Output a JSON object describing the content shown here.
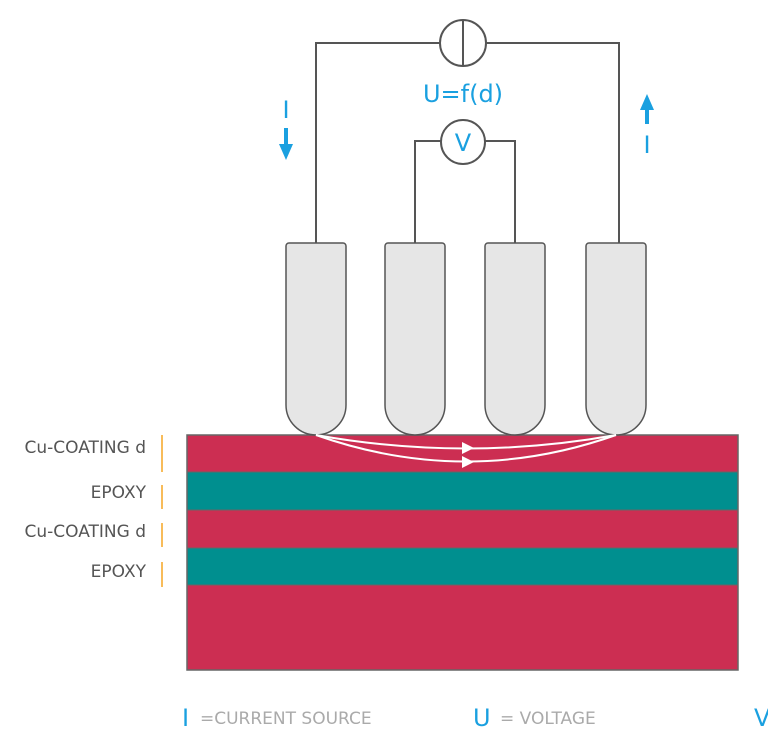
{
  "formula": "U=f(d)",
  "voltmeter_symbol": "V",
  "current_down_label": "I",
  "current_up_label": "I",
  "layers": [
    {
      "label": "Cu-COATING d",
      "color": "#cc2e52"
    },
    {
      "label": "EPOXY",
      "color": "#008f8f"
    },
    {
      "label": "Cu-COATING d",
      "color": "#cc2e52"
    },
    {
      "label": "EPOXY",
      "color": "#008f8f"
    },
    {
      "label": "",
      "color": "#cc2e52"
    }
  ],
  "legend": [
    {
      "symbol": "I",
      "text": "=CURRENT SOURCE"
    },
    {
      "symbol": "U",
      "text": "= VOLTAGE"
    },
    {
      "symbol": "V",
      "text": ""
    }
  ],
  "colors": {
    "accent": "#1aa0e0",
    "wire": "#555555",
    "probe": "#e6e6e6",
    "marker": "#f5a623"
  }
}
